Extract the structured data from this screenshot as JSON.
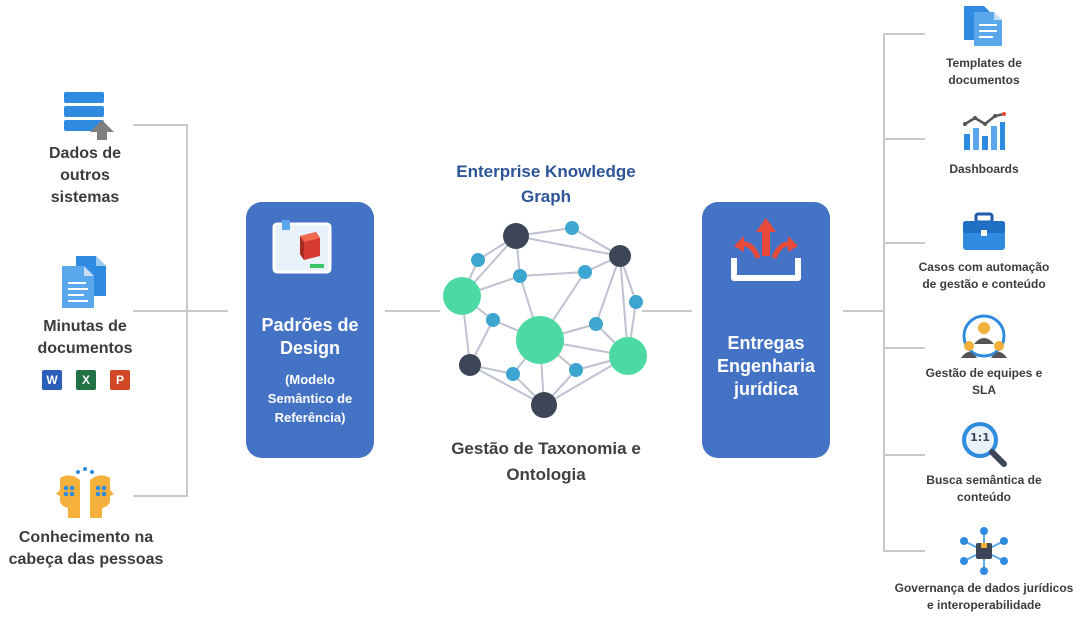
{
  "sources": [
    {
      "icon": "database-upload-icon",
      "label": "Dados de outros sistemas"
    },
    {
      "icon": "documents-icon",
      "label": "Minutas de documentos",
      "badges": [
        "W",
        "X",
        "P"
      ]
    },
    {
      "icon": "heads-thinking-icon",
      "label": "Conhecimento na cabeça das pessoas"
    }
  ],
  "design_card": {
    "title": "Padrões de Design",
    "subtitle": "(Modelo Semântico de Referência)",
    "icon": "3d-box-icon"
  },
  "graph": {
    "title": "Enterprise Knowledge Graph",
    "subtitle": "Gestão de Taxonomia e Ontologia",
    "icon": "network-graph-icon"
  },
  "delivery_card": {
    "title": "Entregas Engenharia jurídica",
    "icon": "tray-arrows-out-icon"
  },
  "outputs": [
    {
      "icon": "document-templates-icon",
      "label": "Templates de documentos"
    },
    {
      "icon": "dashboard-chart-icon",
      "label": "Dashboards"
    },
    {
      "icon": "briefcase-icon",
      "label": "Casos com automação de gestão e conteúdo"
    },
    {
      "icon": "team-icon",
      "label": "Gestão de equipes e SLA"
    },
    {
      "icon": "magnifier-icon",
      "label": "Busca semântica de conteúdo",
      "badge": "1:1"
    },
    {
      "icon": "data-hub-icon",
      "label": "Governança de dados jurídicos e interoperabilidade"
    }
  ],
  "colors": {
    "card": "#4472c4",
    "kg_title": "#2e5597",
    "node_dark": "#3c4656",
    "node_green": "#4cd9a4",
    "node_blue": "#3ca6d0",
    "edge": "#bcc2cf",
    "icon_blue": "#2f8be0",
    "connector": "#c9c9c9"
  }
}
